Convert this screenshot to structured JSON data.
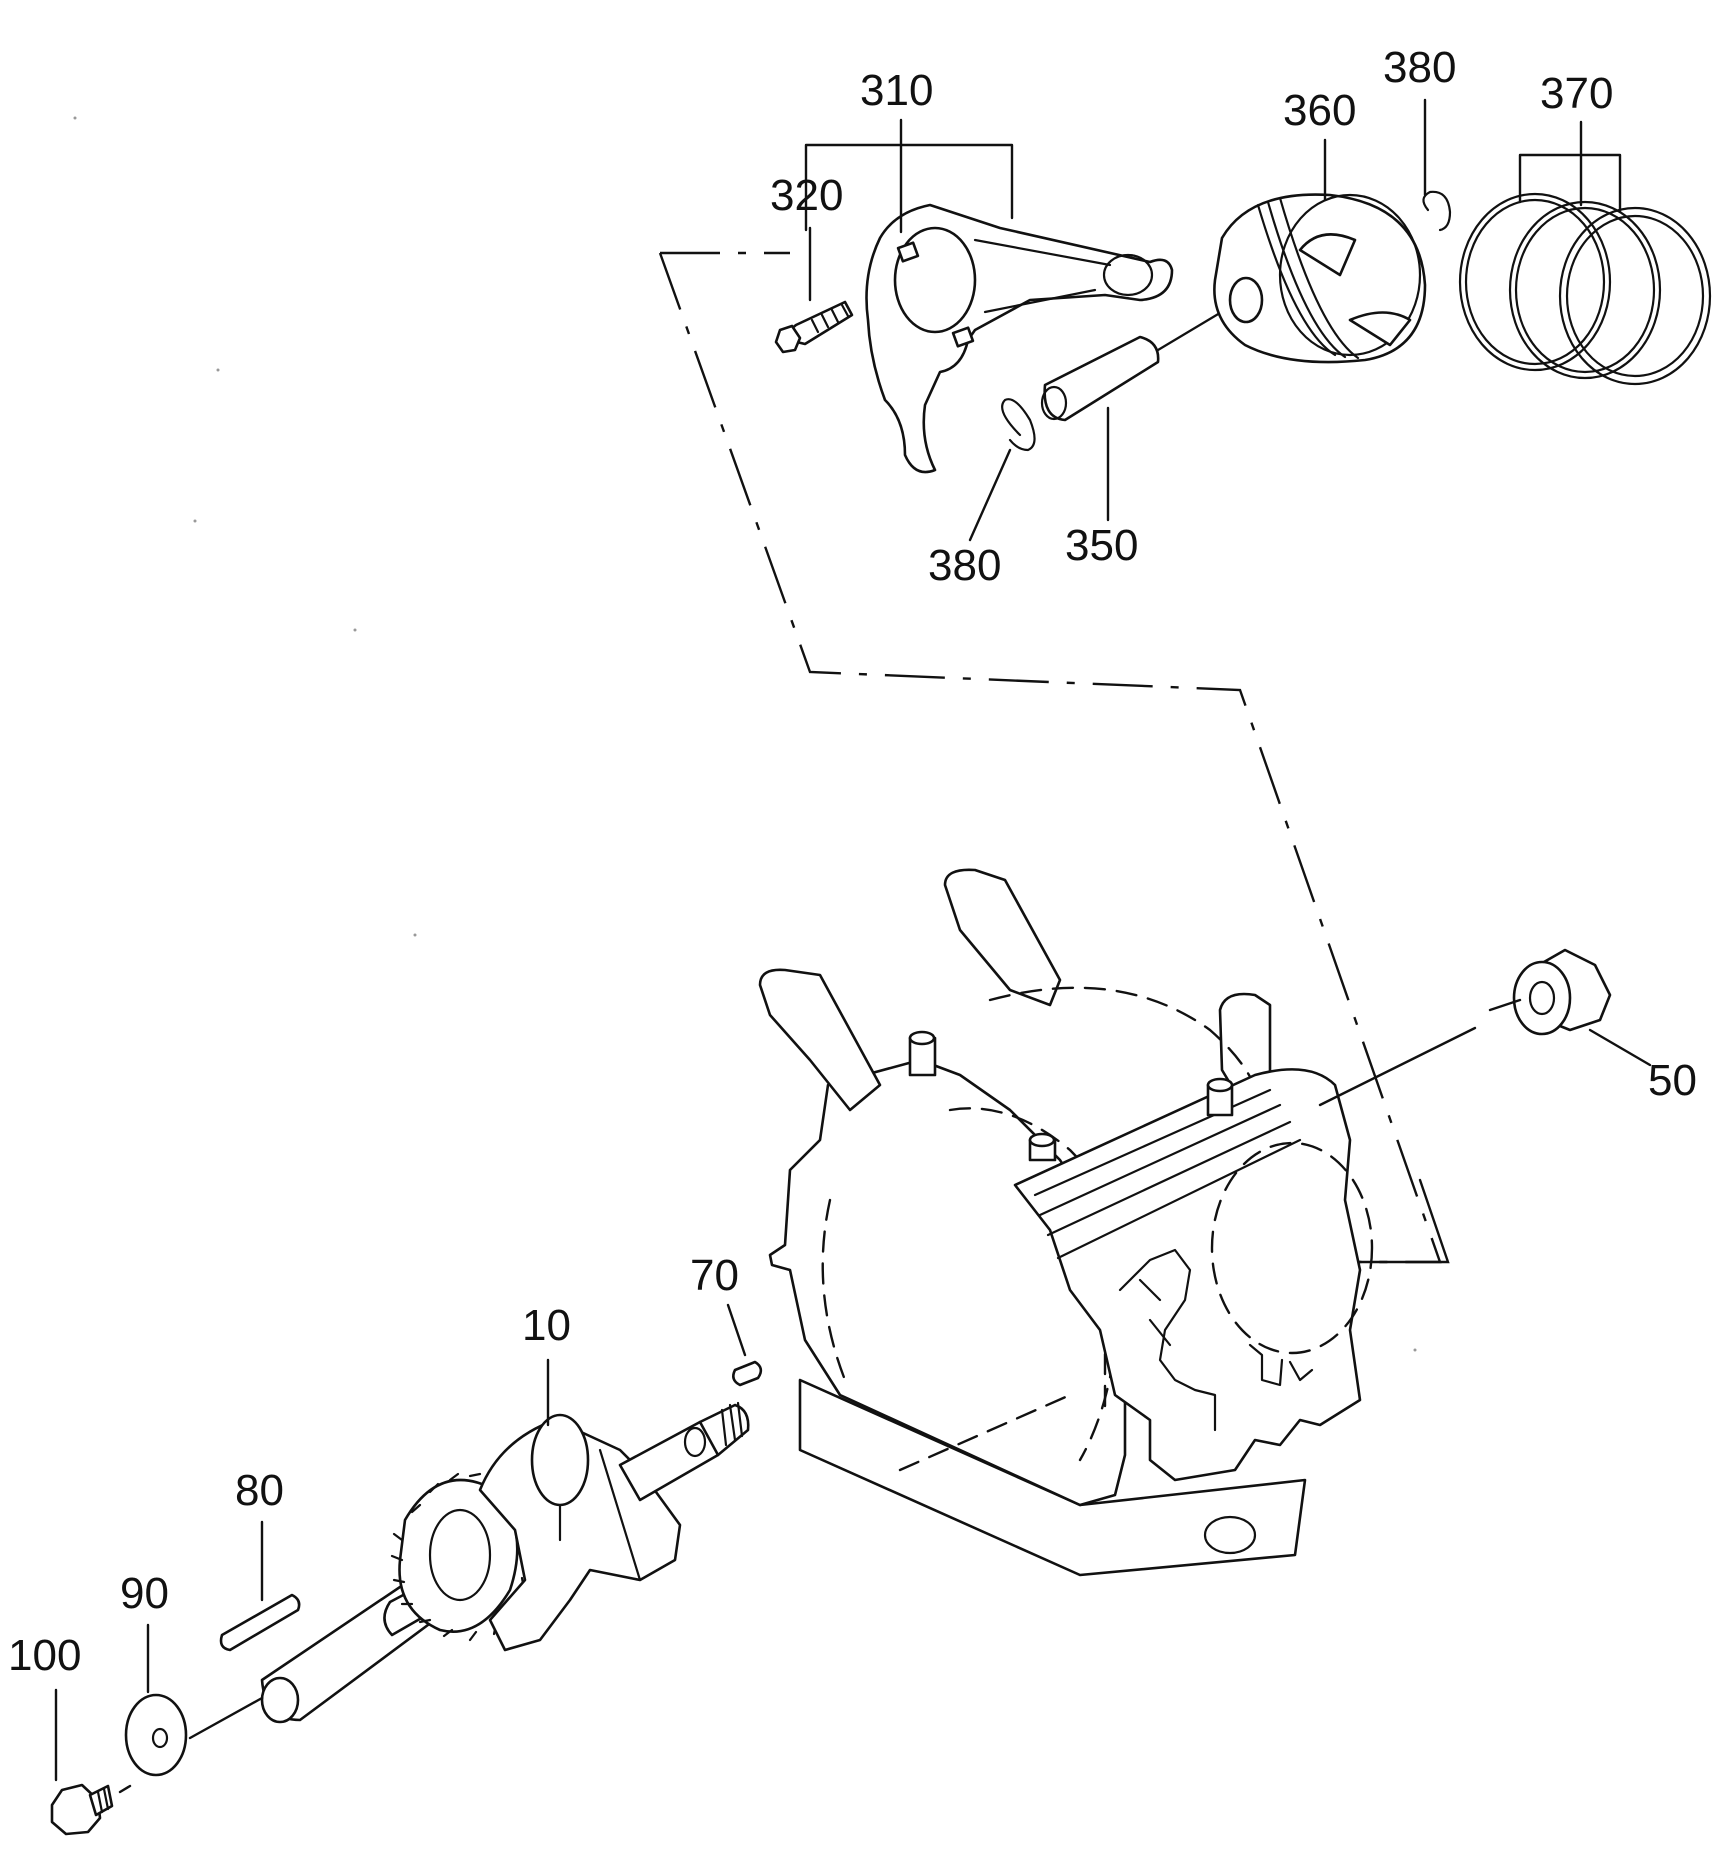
{
  "callouts": {
    "c310": "310",
    "c320": "320",
    "c360": "360",
    "c380_top": "380",
    "c370": "370",
    "c380_bottom": "380",
    "c350": "350",
    "c50": "50",
    "c70": "70",
    "c10": "10",
    "c80": "80",
    "c90": "90",
    "c100": "100"
  }
}
